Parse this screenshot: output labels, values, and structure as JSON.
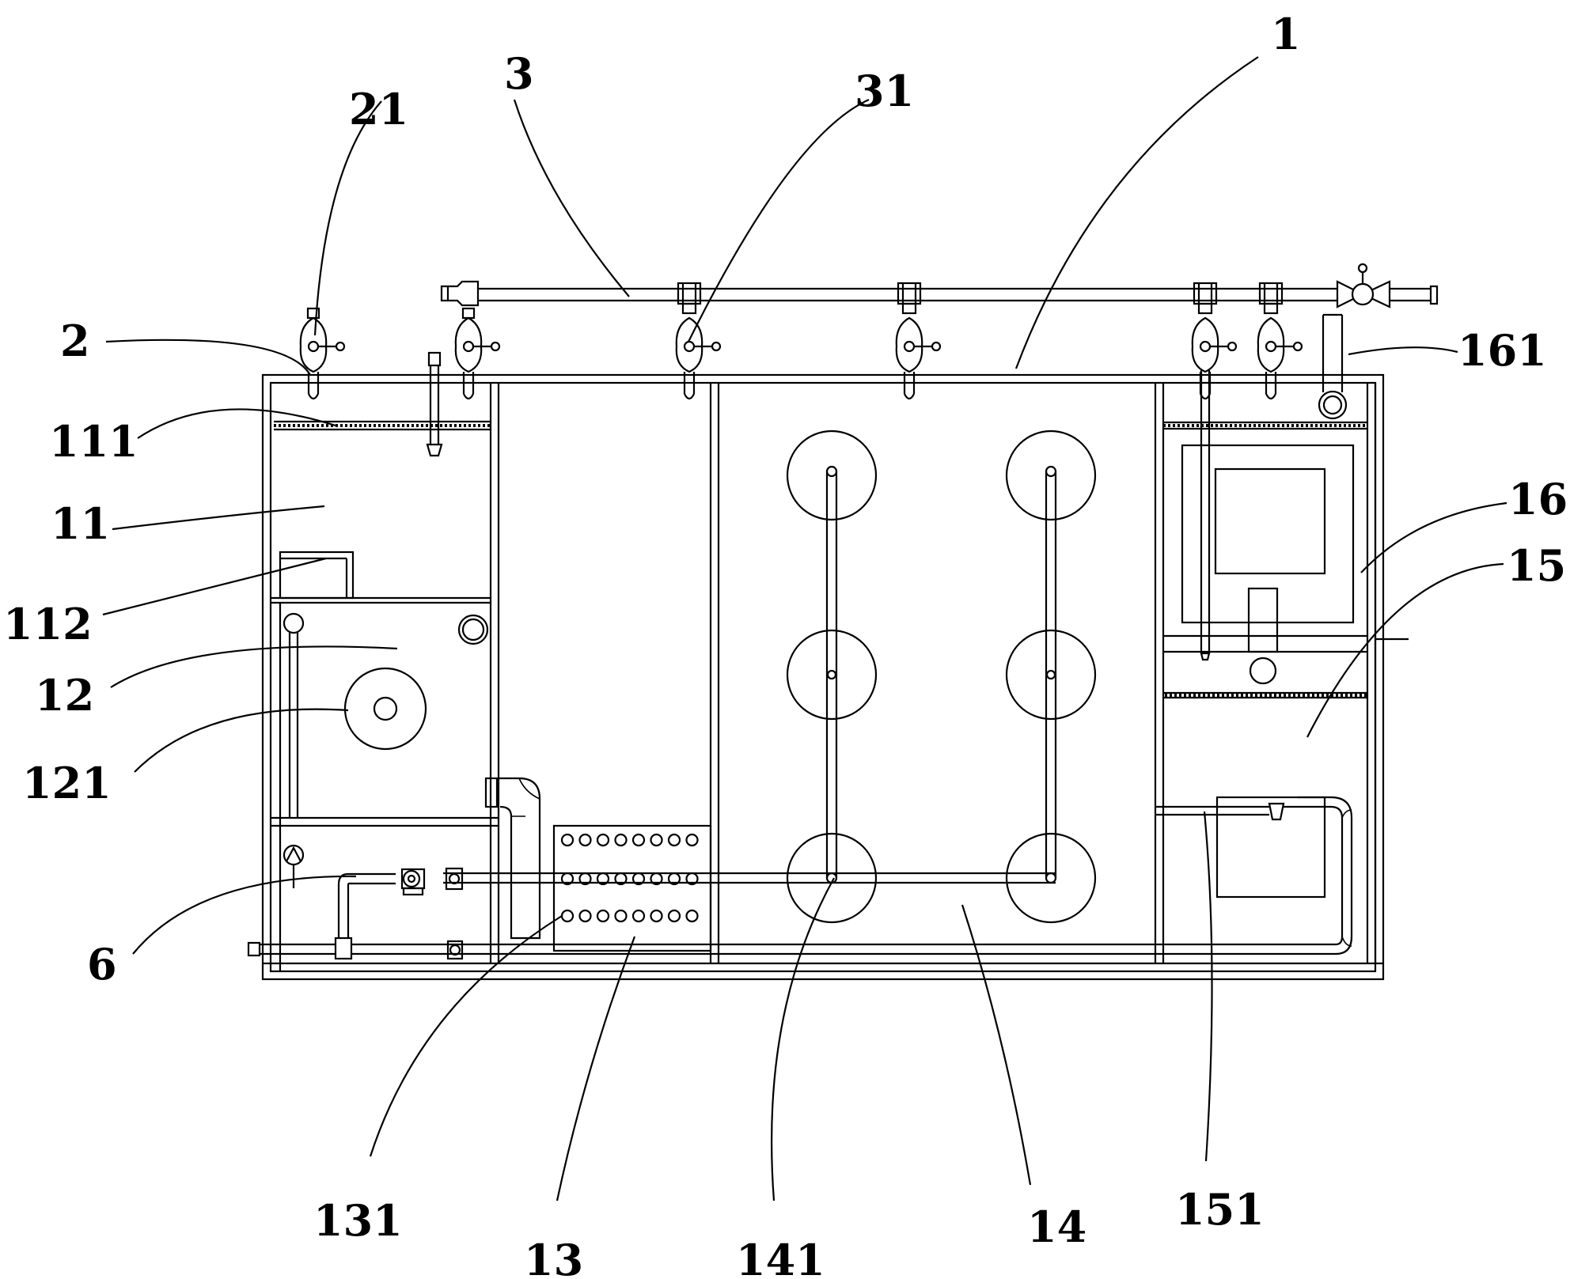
{
  "labels": {
    "n1": "1",
    "n2": "2",
    "n3": "3",
    "n6": "6",
    "n11": "11",
    "n12": "12",
    "n13": "13",
    "n14": "14",
    "n15": "15",
    "n16": "16",
    "n21": "21",
    "n31": "31",
    "n111": "111",
    "n112": "112",
    "n121": "121",
    "n131": "131",
    "n141": "141",
    "n151": "151",
    "n161": "161"
  }
}
